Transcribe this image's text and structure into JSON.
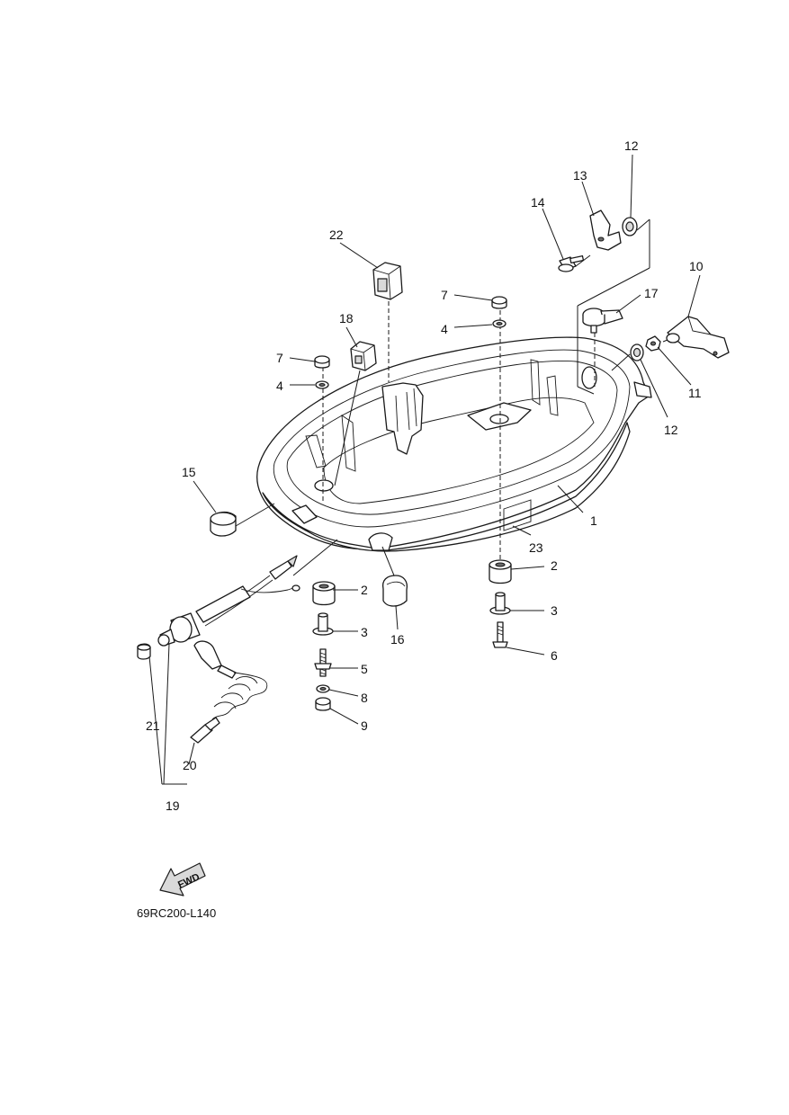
{
  "diagram": {
    "drawing_code": "69RC200-L140",
    "fwd_arrow_text": "FWD",
    "callouts": [
      {
        "id": "c1",
        "text": "1"
      },
      {
        "id": "c2a",
        "text": "2"
      },
      {
        "id": "c2b",
        "text": "2"
      },
      {
        "id": "c3a",
        "text": "3"
      },
      {
        "id": "c3b",
        "text": "3"
      },
      {
        "id": "c4a",
        "text": "4"
      },
      {
        "id": "c4b",
        "text": "4"
      },
      {
        "id": "c5",
        "text": "5"
      },
      {
        "id": "c6",
        "text": "6"
      },
      {
        "id": "c7a",
        "text": "7"
      },
      {
        "id": "c7b",
        "text": "7"
      },
      {
        "id": "c8",
        "text": "8"
      },
      {
        "id": "c9",
        "text": "9"
      },
      {
        "id": "c10",
        "text": "10"
      },
      {
        "id": "c11",
        "text": "11"
      },
      {
        "id": "c12a",
        "text": "12"
      },
      {
        "id": "c12b",
        "text": "12"
      },
      {
        "id": "c13",
        "text": "13"
      },
      {
        "id": "c14",
        "text": "14"
      },
      {
        "id": "c15",
        "text": "15"
      },
      {
        "id": "c16",
        "text": "16"
      },
      {
        "id": "c17",
        "text": "17"
      },
      {
        "id": "c18",
        "text": "18"
      },
      {
        "id": "c19",
        "text": "19"
      },
      {
        "id": "c20",
        "text": "20"
      },
      {
        "id": "c21",
        "text": "21"
      },
      {
        "id": "c22",
        "text": "22"
      },
      {
        "id": "c23",
        "text": "23"
      }
    ]
  }
}
